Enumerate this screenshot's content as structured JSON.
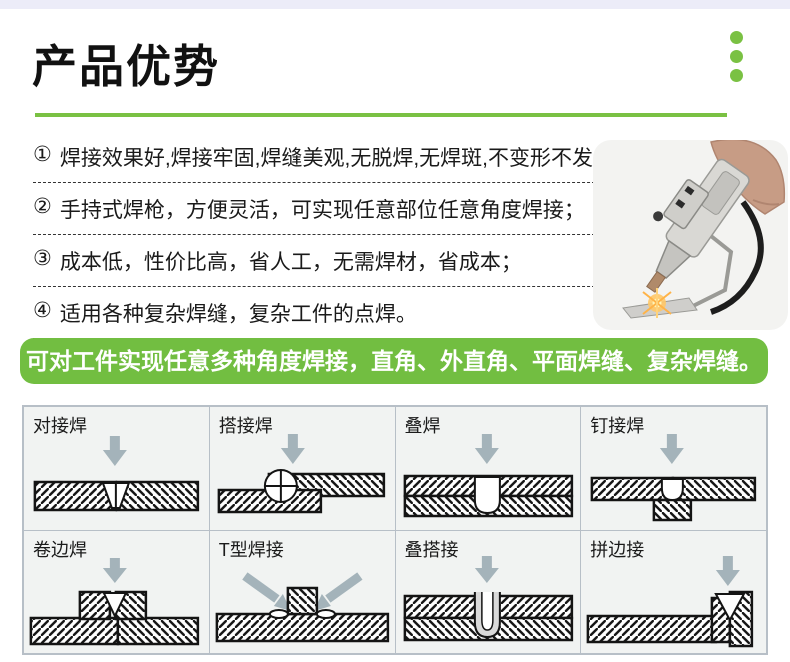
{
  "colors": {
    "accent": "#7ac143",
    "topbar": "#ececf8",
    "banner-bg": "#72be41",
    "banner-text": "#ffffff",
    "grid-border": "#b7bfc7",
    "cell-bg": "#f1f3f2",
    "arrow": "#a4b3ba",
    "text": "#1a1a1a",
    "photo-bg": "#f3f3f1"
  },
  "header": {
    "title": "产品优势"
  },
  "advantages": [
    {
      "num": "①",
      "text": "焊接效果好,焊接牢固,焊缝美观,无脱焊,无焊斑,不变形不发黑；"
    },
    {
      "num": "②",
      "text": "手持式焊枪，方便灵活，可实现任意部位任意角度焊接；"
    },
    {
      "num": "③",
      "text": "成本低，性价比高，省人工，无需焊材，省成本；"
    },
    {
      "num": "④",
      "text": "适用各种复杂焊缝，复杂工件的点焊。"
    }
  ],
  "banner": {
    "text": "可对工件实现任意多种角度焊接，直角、外直角、平面焊缝、复杂焊缝。"
  },
  "weld_types": {
    "cells": [
      {
        "label": "对接焊"
      },
      {
        "label": "搭接焊"
      },
      {
        "label": "叠焊"
      },
      {
        "label": "钉接焊"
      },
      {
        "label": "卷边焊"
      },
      {
        "label": "T型焊接"
      },
      {
        "label": "叠搭接"
      },
      {
        "label": "拼边接"
      }
    ]
  },
  "photo": {
    "name": "handheld-laser-welding-gun"
  }
}
